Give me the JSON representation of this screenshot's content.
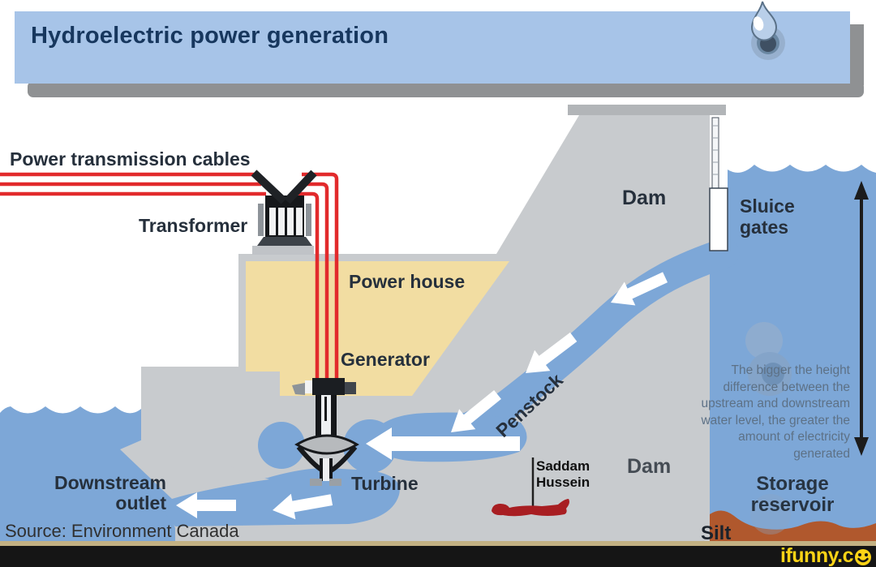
{
  "title_bar": {
    "title": "Hydroelectric power generation"
  },
  "diagram": {
    "labels": {
      "power_transmission_cables": "Power transmission cables",
      "transformer": "Transformer",
      "power_house": "Power house",
      "generator": "Generator",
      "dam_upper": "Dam",
      "sluice_gates": "Sluice gates",
      "penstock": "Penstock",
      "turbine": "Turbine",
      "downstream_outlet": "Downstream outlet",
      "saddam_hussein": "Saddam Hussein",
      "dam_lower": "Dam",
      "storage_reservoir": "Storage reservoir",
      "silt": "Silt"
    },
    "annotation": "The bigger the height difference between the upstream and downstream water level, the greater the amount of electricity generated",
    "source": "Source: Environment Canada"
  },
  "watermark": {
    "site": "ifunny.c"
  },
  "icons": {
    "water_droplet": "falling water drop with splash ripple",
    "flow_arrow": "white arrow showing water flow direction",
    "height_arrow": "black double-headed vertical arrow",
    "smiley": "yellow smiley face forming the o of ifunny.co"
  },
  "colors": {
    "title_bar": "#a7c4e8",
    "title_text": "#17375e",
    "water": "#7da7d7",
    "dam_gray": "#c8cbce",
    "power_house_tan": "#f2dda2",
    "cable_red": "#e22a2c",
    "silt_brown": "#b0582d",
    "label_dark": "#26303c",
    "watermark_yellow": "#fbd316",
    "figure_red": "#a81e22",
    "bottom_bar": "#151515"
  }
}
